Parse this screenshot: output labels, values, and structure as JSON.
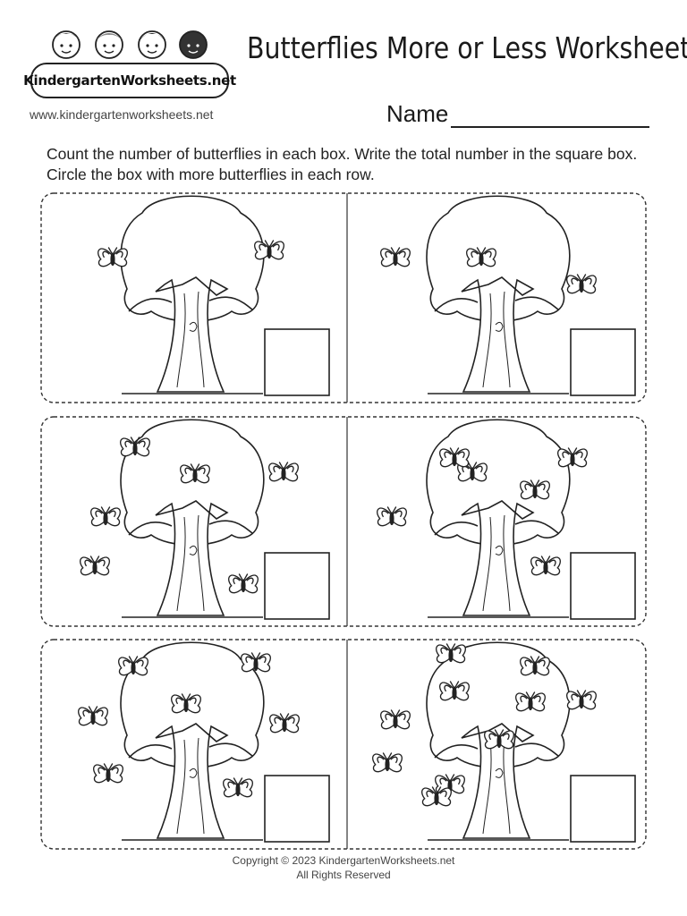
{
  "header": {
    "logo_text": "KindergartenWorksheets.net",
    "website": "www.kindergartenworksheets.net",
    "title": "Butterflies More or Less Worksheet",
    "name_label": "Name"
  },
  "instructions": "Count the number of butterflies in each box. Write the total number in the square box. Circle the box with more butterflies in each row.",
  "rows": [
    {
      "left_butterflies": 2,
      "right_butterflies": 3
    },
    {
      "left_butterflies": 6,
      "right_butterflies": 6
    },
    {
      "left_butterflies": 7,
      "right_butterflies": 10
    }
  ],
  "footer": {
    "copyright": "Copyright © 2023 KindergartenWorksheets.net",
    "rights": "All Rights Reserved"
  }
}
